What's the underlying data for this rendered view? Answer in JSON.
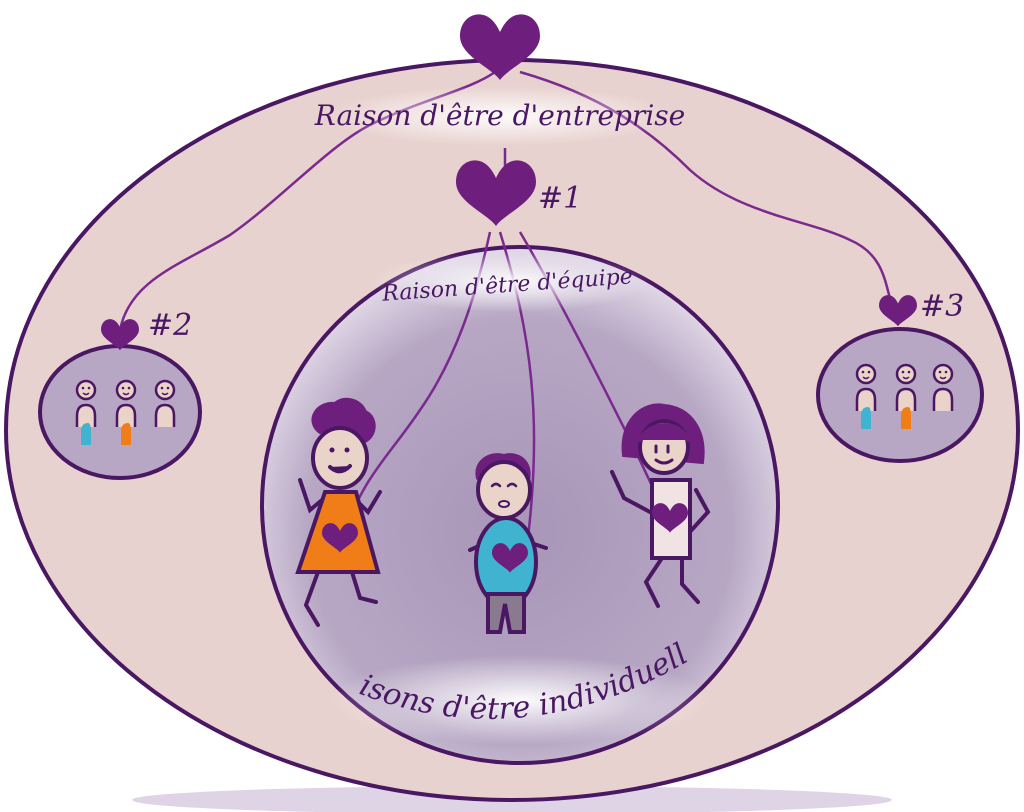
{
  "diagram": {
    "company_label": "Raison d'être d'entreprise",
    "team_label": "Raison d'être d'équipe",
    "individual_label": "Raisons d'être individuelles",
    "team_numbers": [
      "#1",
      "#2",
      "#3"
    ]
  },
  "colors": {
    "outer_fill": "#e8d2cf",
    "outline": "#4a1763",
    "inner_fill": "#b9a9c6",
    "heart": "#6e1f7e",
    "dress_orange": "#f07d18",
    "shirt_blue": "#3fb3cf",
    "skin": "#ead3c9"
  }
}
